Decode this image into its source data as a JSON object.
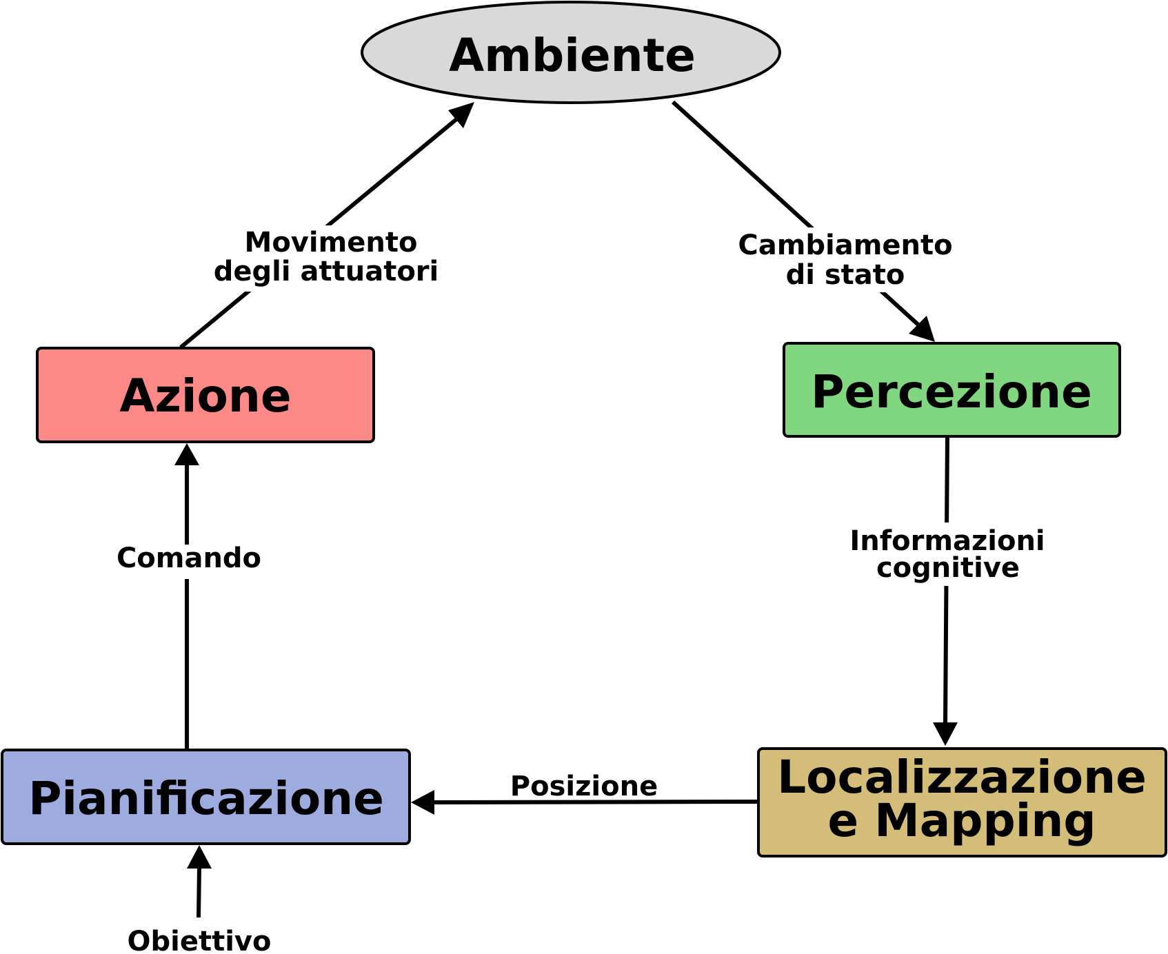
{
  "nodes": {
    "ambiente": {
      "label": "Ambiente",
      "fill": "#d9d9d9"
    },
    "azione": {
      "label": "Azione",
      "fill": "#fd8888"
    },
    "percezione": {
      "label": "Percezione",
      "fill": "#81d780"
    },
    "pianificazione": {
      "label": "Pianificazione",
      "fill": "#9eabdf"
    },
    "localizzazione": {
      "line1": "Localizzazione",
      "line2": "e Mapping",
      "fill": "#d3bd79"
    }
  },
  "edges": {
    "movimento": {
      "line1": "Movimento",
      "line2": "degli attuatori"
    },
    "cambiamento": {
      "line1": "Cambiamento",
      "line2": "di stato"
    },
    "informazioni": {
      "line1": "Informazioni",
      "line2": "cognitive"
    },
    "posizione": {
      "label": "Posizione"
    },
    "comando": {
      "label": "Comando"
    },
    "obiettivo": {
      "label": "Obiettivo"
    }
  }
}
